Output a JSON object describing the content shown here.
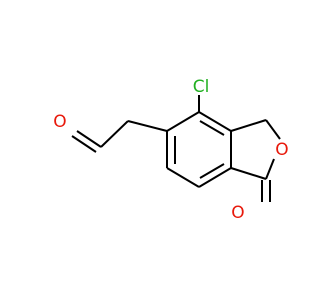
{
  "molecule": {
    "atoms": {
      "chlorine": {
        "symbol": "Cl",
        "color": "#22b022"
      },
      "ring_oxygen": {
        "symbol": "O",
        "color": "#e8190b"
      },
      "carbonyl_oxygen": {
        "symbol": "O",
        "color": "#e8190b"
      },
      "aldehyde_oxygen": {
        "symbol": "O",
        "color": "#e8190b"
      }
    },
    "bond_color": "#000000",
    "background": "#ffffff"
  }
}
